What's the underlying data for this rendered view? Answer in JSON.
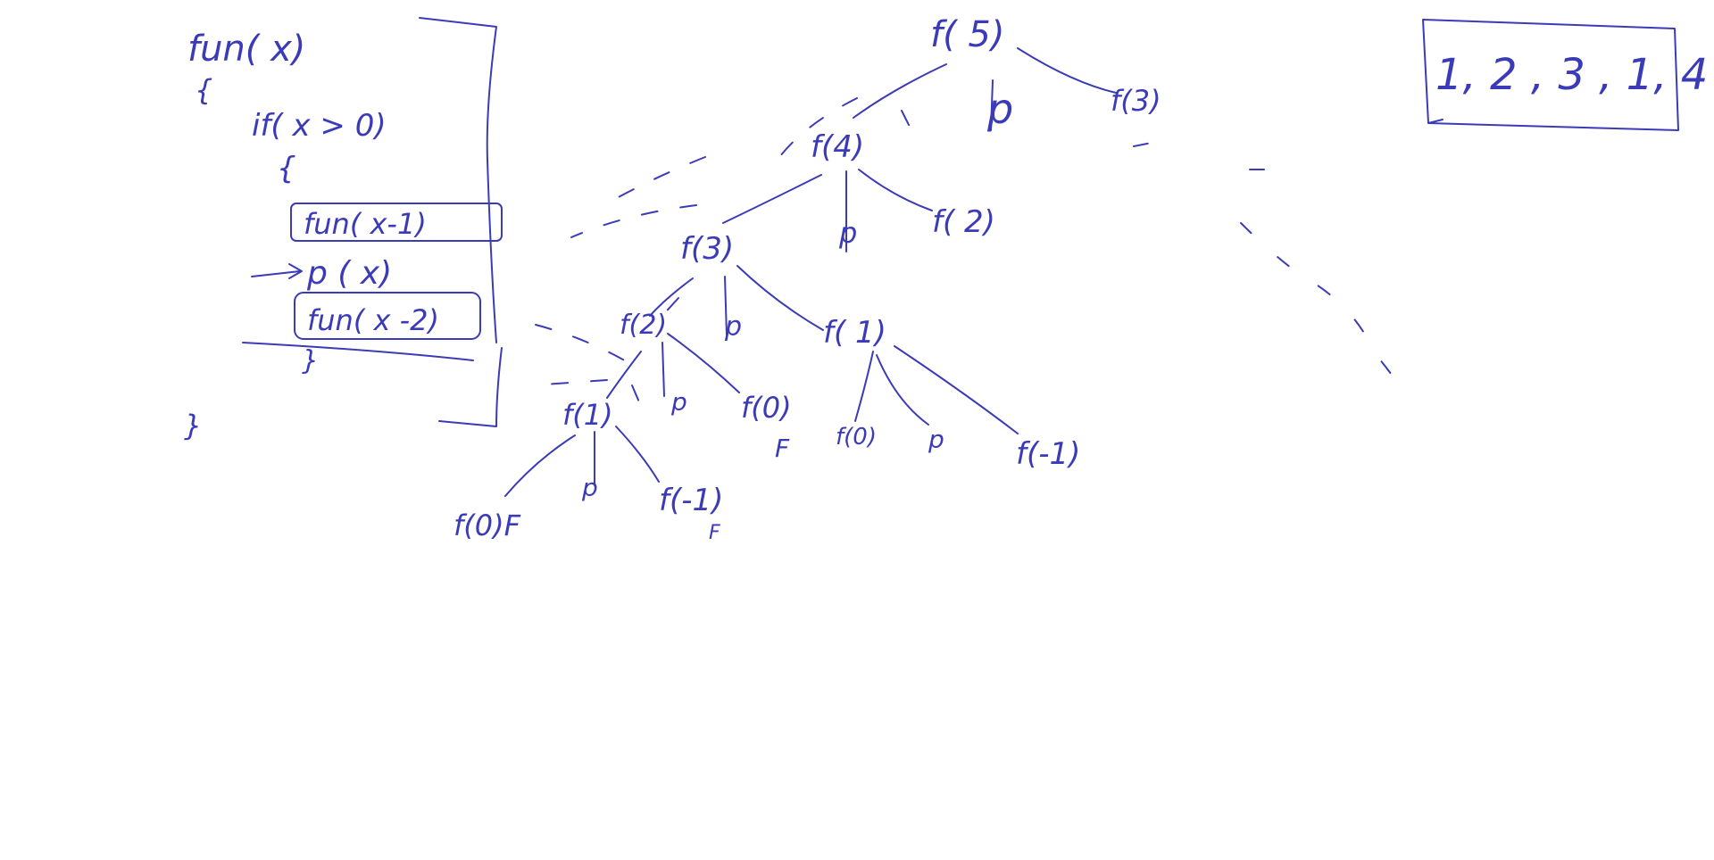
{
  "code": {
    "signature": "fun( x)",
    "open_brace": "{",
    "if_line": "if( x > 0)",
    "if_open_brace": "{",
    "call_1": "fun( x-1)",
    "print": "p ( x)",
    "call_2": "fun( x -2)",
    "if_close_brace": "}",
    "close_brace": "}"
  },
  "tree": {
    "n5": "f( 5)",
    "n5_p": "p",
    "n3_top": "f(3)",
    "n4": "f(4)",
    "n4_p": "p",
    "n2_mid": "f( 2)",
    "n3": "f(3)",
    "n3_p": "p",
    "n1_mid": "f( 1)",
    "n2": "f(2)",
    "n2_p": "p",
    "n0_mid": "f(0)",
    "n0_mid_f": "F",
    "n1": "f(1)",
    "n1_p": "p",
    "n0_left": "f(0)F",
    "nneg1_left": "f(-1)",
    "nneg1_left_f": "F",
    "n0_right": "f(0)",
    "n1_mid_p": "p",
    "nneg1_right": "f(-1)"
  },
  "output": {
    "sequence": "1, 2 , 3 , 1, 4"
  }
}
